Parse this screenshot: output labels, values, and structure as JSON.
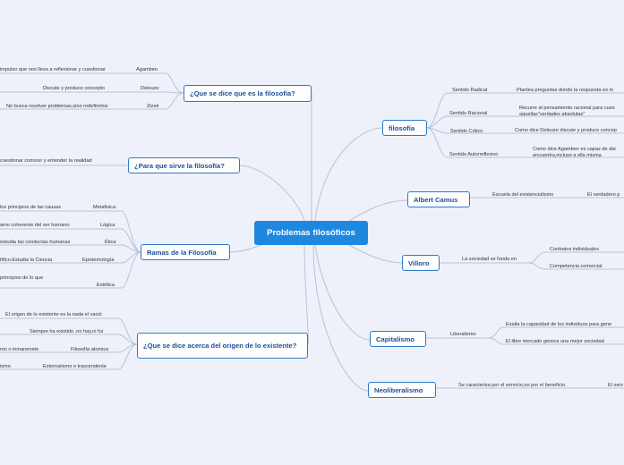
{
  "central": "Problemas filosóficos",
  "left": {
    "que_es": {
      "title": "¿Que se dice que es la filosofía?",
      "items": [
        {
          "author": "Agamben",
          "text": "impulso que nos lleva a reflexionar y cuestionar"
        },
        {
          "author": "Deleuze",
          "text": "Discute y produce concepto"
        },
        {
          "author": "Zizek",
          "text": "No busca resolver problemas,sino redefinirlos"
        }
      ]
    },
    "para_que": {
      "title": "¿Para que sirve la filosofía?",
      "text": "cuestionar conocer y entender la realidad"
    },
    "ramas": {
      "title": "Ramas de la Filosofía",
      "items": [
        {
          "name": "Metafisica",
          "text": "los principios de las causas"
        },
        {
          "name": "Lógica",
          "text": "amo coherente del ser humano"
        },
        {
          "name": "Ética",
          "text": "estudia las conductas humanas"
        },
        {
          "name": "Epistemología",
          "text": "tífico.Estudia la Ciencia"
        },
        {
          "name": "Estética",
          "text": "principios de lo que"
        }
      ]
    },
    "origen": {
      "title": "¿Que se dice acerca del origen de lo existente?",
      "items": [
        {
          "name": "",
          "text": "El origen de lo existente es la nada el vació"
        },
        {
          "name": "",
          "text": "Siempre ha existido ,no hay,ni fui"
        },
        {
          "name": "Filosofía atomica",
          "text": "mo o inmanenete"
        },
        {
          "name": "Externalismo o trascendente",
          "text": "ismo"
        }
      ]
    }
  },
  "right": {
    "filosofia": {
      "title": "filosofía",
      "items": [
        {
          "name": "Sentido Radical",
          "text": "Plantea preguntas donde la respuesta es m"
        },
        {
          "name": "Sentido Racional",
          "text": "Recurre al pensamiento racional para cues aquellas\"verdades absolutas\""
        },
        {
          "name": "Sentido Critico",
          "text": "Como dice Deleuze discute y produce concep"
        },
        {
          "name": "Sentido Autorreflexivo",
          "text": "Como dice Agamben es capaz de dar encuentra,incluso a ella misma"
        }
      ]
    },
    "camus": {
      "title": "Albert Camus",
      "sub": "Escuela del existencialismo",
      "text": "El verdadero p"
    },
    "villoro": {
      "title": "Villoro",
      "sub": "La sociedad se funda en",
      "items": [
        "Contratos individuales",
        "Competencia comercial"
      ]
    },
    "capitalismo": {
      "title": "Capitalismo",
      "sub": "Liberalismo",
      "items": [
        "Exalta la capacidad de los individuos para gene",
        "El libre mercado genera una mejor sociedad"
      ]
    },
    "neoliberalismo": {
      "title": "Neoliberalismo",
      "sub": "Se caracteriza por el servicio,no por el beneficio.",
      "text": "El serv"
    }
  },
  "colors": {
    "central": "#1e87e0",
    "border": "#2f79c7",
    "text": "#1b4f9a",
    "line": "#b9c2d4",
    "background": "#eef1fa"
  }
}
